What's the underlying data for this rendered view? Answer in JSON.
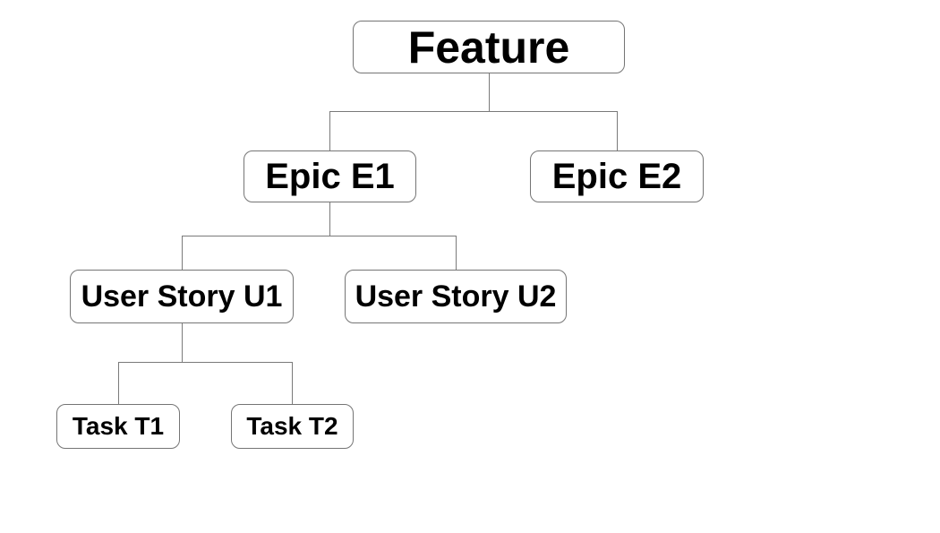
{
  "diagram": {
    "type": "tree",
    "nodes": {
      "feature": {
        "label": "Feature",
        "level": 1
      },
      "epic_e1": {
        "label": "Epic E1",
        "level": 2
      },
      "epic_e2": {
        "label": "Epic E2",
        "level": 2
      },
      "user_story_u1": {
        "label": "User Story U1",
        "level": 3
      },
      "user_story_u2": {
        "label": "User Story U2",
        "level": 3
      },
      "task_t1": {
        "label": "Task T1",
        "level": 4
      },
      "task_t2": {
        "label": "Task T2",
        "level": 4
      }
    },
    "edges": [
      {
        "from": "Feature",
        "to": "Epic E1"
      },
      {
        "from": "Feature",
        "to": "Epic E2"
      },
      {
        "from": "Epic E1",
        "to": "User Story U1"
      },
      {
        "from": "Epic E1",
        "to": "User Story U2"
      },
      {
        "from": "User Story U1",
        "to": "Task T1"
      },
      {
        "from": "User Story U1",
        "to": "Task T2"
      }
    ],
    "colors": {
      "background": "#ffffff",
      "node_fill": "#ffffff",
      "node_border": "#757575",
      "connector": "#7a7a7a",
      "text": "#000000"
    }
  }
}
